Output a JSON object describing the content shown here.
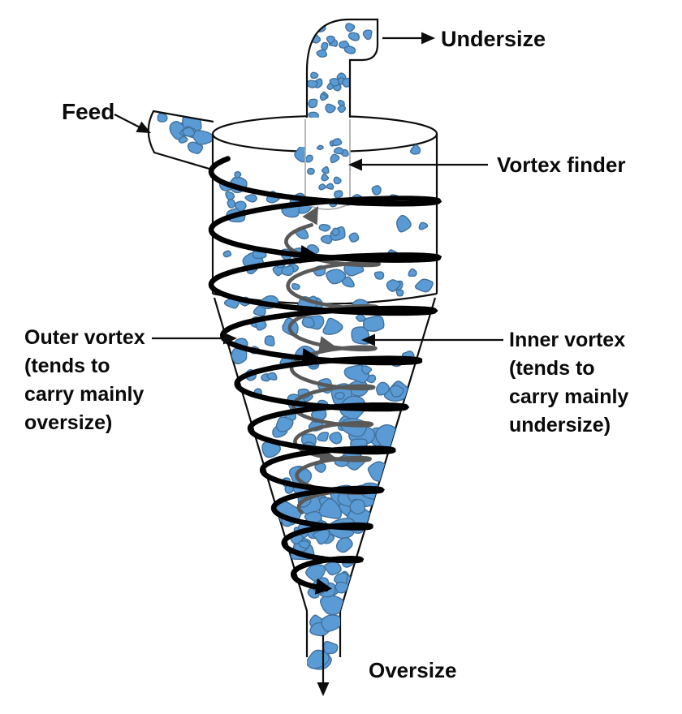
{
  "diagram": {
    "labels": {
      "feed": "Feed",
      "undersize": "Undersize",
      "vortex_finder": "Vortex finder",
      "outer_vortex": [
        "Outer vortex",
        "(tends to",
        "carry mainly",
        "oversize)"
      ],
      "inner_vortex": [
        "Inner vortex",
        "(tends to",
        "carry mainly",
        "undersize)"
      ],
      "oversize": "Oversize"
    },
    "colors": {
      "particle_fill": "#5B9BD5",
      "particle_stroke": "#41719C",
      "outer_vortex_stroke": "#000000",
      "inner_vortex_stroke": "#595959",
      "outline_stroke": "#0d0d0d",
      "vortex_finder_stroke": "#ABABAB",
      "label_text": "#0a0a0a"
    }
  }
}
